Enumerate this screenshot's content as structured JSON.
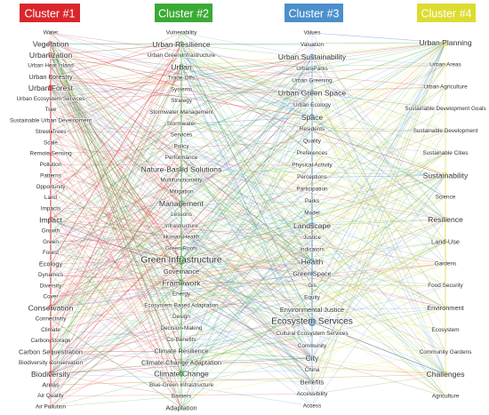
{
  "clusters": [
    {
      "title": "Cluster #1",
      "color": "#d9262b",
      "nodes": [
        {
          "label": "Water",
          "w": 1
        },
        {
          "label": "Vegetation",
          "w": 3
        },
        {
          "label": "Urbanization",
          "w": 3
        },
        {
          "label": "Urban Heat Island",
          "w": 1
        },
        {
          "label": "Urban Forestry",
          "w": 2
        },
        {
          "label": "Urban Forest",
          "w": 3
        },
        {
          "label": "Urban Ecosystem Services",
          "w": 1
        },
        {
          "label": "Tree",
          "w": 1
        },
        {
          "label": "Sustainable Urban Development",
          "w": 1
        },
        {
          "label": "Street Trees",
          "w": 1
        },
        {
          "label": "Scale",
          "w": 1
        },
        {
          "label": "Remote Sensing",
          "w": 1
        },
        {
          "label": "Pollution",
          "w": 1
        },
        {
          "label": "Patterns",
          "w": 1
        },
        {
          "label": "Opportunity",
          "w": 1
        },
        {
          "label": "Land",
          "w": 1
        },
        {
          "label": "Impacts",
          "w": 1
        },
        {
          "label": "Impact",
          "w": 3
        },
        {
          "label": "Growth",
          "w": 1
        },
        {
          "label": "Green",
          "w": 1
        },
        {
          "label": "Forest",
          "w": 1
        },
        {
          "label": "Ecology",
          "w": 2
        },
        {
          "label": "Dynamics",
          "w": 1
        },
        {
          "label": "Diversity",
          "w": 1
        },
        {
          "label": "Cover",
          "w": 1
        },
        {
          "label": "Conservation",
          "w": 3
        },
        {
          "label": "Connectivity",
          "w": 1
        },
        {
          "label": "Climate",
          "w": 1
        },
        {
          "label": "Carbon Storage",
          "w": 1
        },
        {
          "label": "Carbon Sequestration",
          "w": 2
        },
        {
          "label": "Biodiversity Conservation",
          "w": 1
        },
        {
          "label": "Biodiversity",
          "w": 3
        },
        {
          "label": "Areas",
          "w": 2
        },
        {
          "label": "Air Quality",
          "w": 1
        },
        {
          "label": "Air Pollution",
          "w": 1
        }
      ]
    },
    {
      "title": "Cluster #2",
      "color": "#3aaa35",
      "nodes": [
        {
          "label": "Vulnerability",
          "w": 1
        },
        {
          "label": "Urban Resilience",
          "w": 3
        },
        {
          "label": "Urban Green Infrastructure",
          "w": 1
        },
        {
          "label": "Urban",
          "w": 3
        },
        {
          "label": "Trade-Offs",
          "w": 1
        },
        {
          "label": "Systems",
          "w": 1
        },
        {
          "label": "Strategy",
          "w": 1
        },
        {
          "label": "Stormwater Management",
          "w": 1
        },
        {
          "label": "Stormwater",
          "w": 1
        },
        {
          "label": "Services",
          "w": 1
        },
        {
          "label": "Policy",
          "w": 1
        },
        {
          "label": "Performance",
          "w": 1
        },
        {
          "label": "Nature-Based Solutions",
          "w": 3
        },
        {
          "label": "Multifunctionality",
          "w": 1
        },
        {
          "label": "Mitigation",
          "w": 1
        },
        {
          "label": "Management",
          "w": 3
        },
        {
          "label": "Lessons",
          "w": 1
        },
        {
          "label": "Infrastructure",
          "w": 1
        },
        {
          "label": "Human Health",
          "w": 1
        },
        {
          "label": "Green Roofs",
          "w": 1
        },
        {
          "label": "Green Infrastructure",
          "w": 4
        },
        {
          "label": "Governance",
          "w": 2
        },
        {
          "label": "Framework",
          "w": 3
        },
        {
          "label": "Energy",
          "w": 1
        },
        {
          "label": "Ecosystem-Based Adaptation",
          "w": 1
        },
        {
          "label": "Design",
          "w": 1
        },
        {
          "label": "Decision-Making",
          "w": 1
        },
        {
          "label": "Co-Benefits",
          "w": 1
        },
        {
          "label": "Climate Resilience",
          "w": 2
        },
        {
          "label": "Climate Change Adaptation",
          "w": 2
        },
        {
          "label": "Climate Change",
          "w": 3
        },
        {
          "label": "Blue-Green Infrastructure",
          "w": 1
        },
        {
          "label": "Barriers",
          "w": 1
        },
        {
          "label": "Adaptation",
          "w": 2
        }
      ]
    },
    {
      "title": "Cluster #3",
      "color": "#4b8fcb",
      "nodes": [
        {
          "label": "Values",
          "w": 1
        },
        {
          "label": "Valuation",
          "w": 1
        },
        {
          "label": "Urban Sustainability",
          "w": 3
        },
        {
          "label": "Urban Parks",
          "w": 1
        },
        {
          "label": "Urban Greening",
          "w": 1
        },
        {
          "label": "Urban Green Space",
          "w": 3
        },
        {
          "label": "Urban Ecology",
          "w": 1
        },
        {
          "label": "Space",
          "w": 3
        },
        {
          "label": "Residents",
          "w": 1
        },
        {
          "label": "Quality",
          "w": 1
        },
        {
          "label": "Preferences",
          "w": 1
        },
        {
          "label": "Physical Activity",
          "w": 1
        },
        {
          "label": "Perceptions",
          "w": 1
        },
        {
          "label": "Participation",
          "w": 1
        },
        {
          "label": "Parks",
          "w": 1
        },
        {
          "label": "Model",
          "w": 1
        },
        {
          "label": "Landscape",
          "w": 3
        },
        {
          "label": "Justice",
          "w": 1
        },
        {
          "label": "Indicators",
          "w": 1
        },
        {
          "label": "Health",
          "w": 3
        },
        {
          "label": "Green Space",
          "w": 2
        },
        {
          "label": "Gis",
          "w": 1
        },
        {
          "label": "Equity",
          "w": 1
        },
        {
          "label": "Environmental Justice",
          "w": 2
        },
        {
          "label": "Ecosystem Services",
          "w": 4
        },
        {
          "label": "Cultural Ecosystem Services",
          "w": 1
        },
        {
          "label": "Community",
          "w": 1
        },
        {
          "label": "City",
          "w": 3
        },
        {
          "label": "China",
          "w": 1
        },
        {
          "label": "Benefits",
          "w": 2
        },
        {
          "label": "Accessibility",
          "w": 1
        },
        {
          "label": "Access",
          "w": 1
        }
      ]
    },
    {
      "title": "Cluster #4",
      "color": "#dcdc30",
      "nodes": [
        {
          "label": "Urban Planning",
          "w": 3
        },
        {
          "label": "Urban Areas",
          "w": 1
        },
        {
          "label": "Urban Agriculture",
          "w": 1
        },
        {
          "label": "Sustainable Development Goals",
          "w": 1
        },
        {
          "label": "Sustainable Development",
          "w": 1
        },
        {
          "label": "Sustainable Cities",
          "w": 1
        },
        {
          "label": "Sustainability",
          "w": 3
        },
        {
          "label": "Science",
          "w": 1
        },
        {
          "label": "Resilience",
          "w": 3
        },
        {
          "label": "Land-Use",
          "w": 2
        },
        {
          "label": "Gardens",
          "w": 1
        },
        {
          "label": "Food Security",
          "w": 1
        },
        {
          "label": "Environment",
          "w": 2
        },
        {
          "label": "Ecosystem",
          "w": 1
        },
        {
          "label": "Community Gardens",
          "w": 1
        },
        {
          "label": "Challenges",
          "w": 3
        },
        {
          "label": "Agriculture",
          "w": 1
        }
      ]
    }
  ]
}
